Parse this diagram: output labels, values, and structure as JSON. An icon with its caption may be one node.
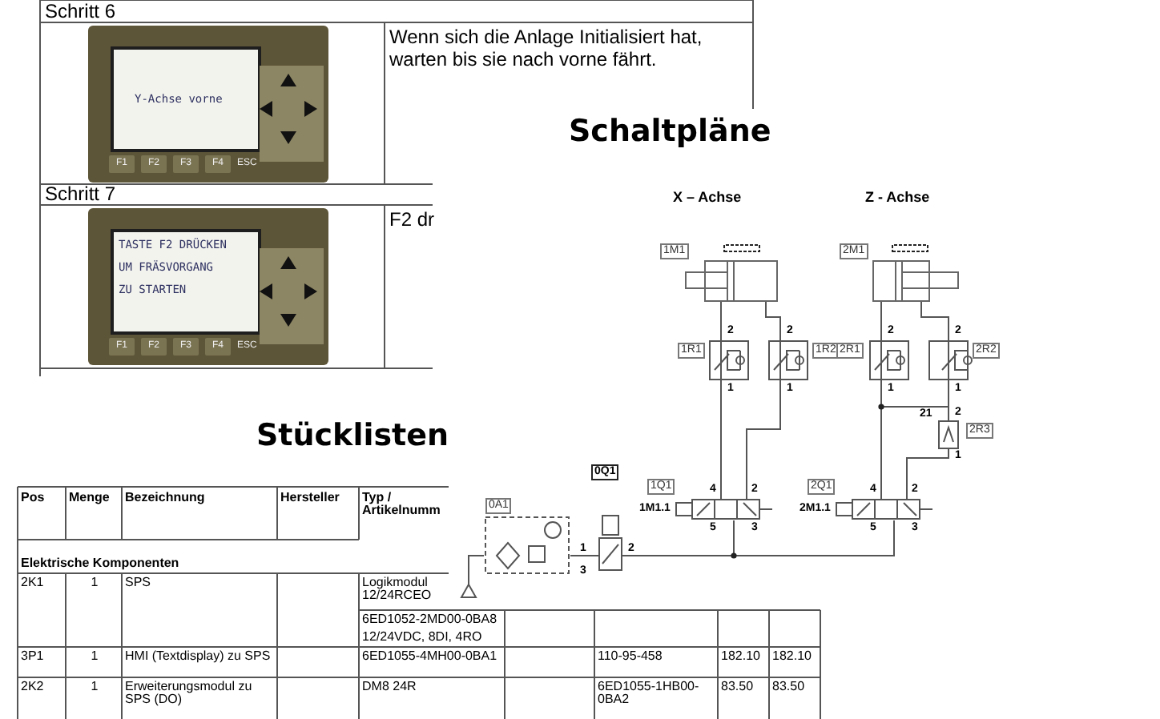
{
  "diagram": {
    "nodes": [
      {
        "text": [
          "1M1"
        ]
      },
      {
        "text": [
          "2M1"
        ]
      },
      {
        "text": [
          "1R1"
        ]
      },
      {
        "text": [
          "1R2"
        ]
      },
      {
        "text": [
          "2R1"
        ]
      },
      {
        "text": [
          "2R2"
        ]
      },
      {
        "text": [
          "2R3"
        ]
      },
      {
        "text": [
          "0Q1"
        ]
      },
      {
        "text": [
          "1Q1",
          "1M1.1"
        ]
      },
      {
        "text": [
          "2Q1",
          "2M1.1"
        ]
      },
      {
        "text": [
          "0A1"
        ]
      },
      {
        "text": [],
        "shape": "triangle"
      }
    ],
    "edges": [
      {
        "from": 0,
        "to": 2,
        "arrow": "none"
      },
      {
        "from": 0,
        "to": 3,
        "arrow": "none"
      },
      {
        "from": 2,
        "to": 8,
        "arrow": "none"
      },
      {
        "from": 3,
        "to": 8,
        "arrow": "none"
      },
      {
        "from": 1,
        "to": 4,
        "arrow": "none"
      },
      {
        "from": 1,
        "to": 5,
        "arrow": "none"
      },
      {
        "from": 4,
        "to": 9,
        "arrow": "none"
      },
      {
        "from": 4,
        "to": 6,
        "arrow": "none"
      },
      {
        "from": 5,
        "to": 6,
        "arrow": "none"
      },
      {
        "from": 6,
        "to": 9,
        "arrow": "none"
      },
      {
        "from": 11,
        "to": 10,
        "arrow": "none"
      },
      {
        "from": 10,
        "to": 7,
        "arrow": "none"
      },
      {
        "from": 7,
        "to": 8,
        "arrow": "none"
      },
      {
        "from": 7,
        "to": 9,
        "arrow": "none"
      }
    ],
    "labels": [
      "Schritt 6",
      "Y-Achse vorne",
      "F1",
      "F2",
      "F3",
      "F4",
      "ESC",
      "Wenn sich die Anlage Initialisiert hat, warten bis sie nach vorne fährt.",
      "Schritt 7",
      "TASTE F2 DRÜCKEN",
      "UM FRÄSVORGANG",
      "ZU STARTEN",
      "F1",
      "F2",
      "F3",
      "F4",
      "ESC",
      "F2 dr",
      "Schaltpläne",
      "X – Achse",
      "Z - Achse",
      "2",
      "1",
      "2",
      "1",
      "2",
      "1",
      "2",
      "1",
      "21",
      "2",
      "1",
      "1",
      "2",
      "3",
      "4",
      "2",
      "5",
      "3",
      "4",
      "2",
      "5",
      "3",
      "Stücklisten",
      "Pos",
      "Menge",
      "Bezeichnung",
      "Hersteller",
      "Typ / Artikelnumm",
      "Elektrische Komponenten",
      "2K1",
      "1",
      "SPS",
      "Logikmodul 12/24RCEO",
      "6ED1052-2MD00-0BA8",
      "12/24VDC, 8DI, 4RO",
      "3P1",
      "1",
      "HMI (Textdisplay) zu SPS",
      "6ED1055-4MH00-0BA1",
      "110-95-458",
      "182.10",
      "182.10",
      "2K2",
      "1",
      "Erweiterungsmodul zu SPS (DO)",
      "DM8 24R",
      "6ED1055-1HB00-0BA2",
      "83.50",
      "83.50"
    ]
  }
}
